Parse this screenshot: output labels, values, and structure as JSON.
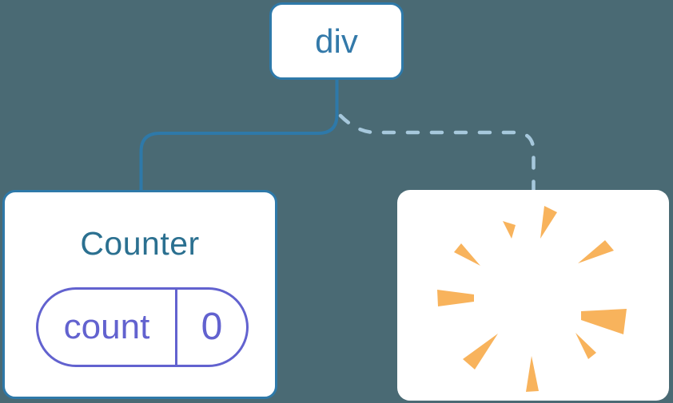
{
  "diagram": {
    "root_node": {
      "label": "div"
    },
    "counter_node": {
      "title": "Counter",
      "state_pill": {
        "key": "count",
        "value": "0"
      }
    },
    "removed_node": {
      "icon": "poof-burst"
    },
    "edges": [
      {
        "from": "div",
        "to": "Counter",
        "style": "solid"
      },
      {
        "from": "div",
        "to": "removed",
        "style": "dashed"
      }
    ]
  },
  "colors": {
    "canvas_bg": "#4A6A74",
    "node_fill": "#FFFFFF",
    "node_border": "#2E79A9",
    "root_label": "#3379A9",
    "counter_title": "#2B7090",
    "state_purple": "#6262CF",
    "dash_blue": "#A6C8DC",
    "poof_orange": "#F8B35C"
  }
}
